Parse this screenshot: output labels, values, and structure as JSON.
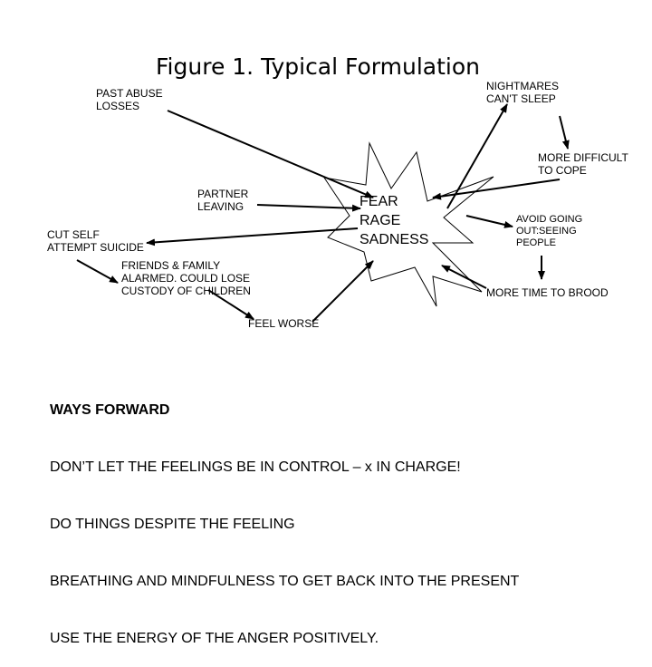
{
  "title": "Figure 1. Typical Formulation",
  "nodes": {
    "past_abuse": "PAST ABUSE\nLOSSES",
    "nightmares": "NIGHTMARES\nCAN'T SLEEP",
    "more_difficult": "MORE DIFFICULT\nTO COPE",
    "partner_leaving": "PARTNER\nLEAVING",
    "center": "FEAR\nRAGE\nSADNESS",
    "avoid_going_out": "AVOID GOING\nOUT:SEEING\nPEOPLE",
    "cut_self": "CUT SELF\nATTEMPT SUICIDE",
    "friends_family": "FRIENDS & FAMILY\nALARMED. COULD LOSE\nCUSTODY OF CHILDREN",
    "more_time": "MORE TIME TO BROOD",
    "feel_worse": "FEEL WORSE"
  },
  "ways_forward": {
    "heading": "WAYS FORWARD",
    "lines": [
      "DON’T LET THE FEELINGS BE IN CONTROL – x IN CHARGE!",
      "DO THINGS DESPITE THE FEELING",
      "BREATHING AND MINDFULNESS TO GET BACK INTO THE PRESENT",
      "USE THE ENERGY OF THE ANGER POSITIVELY."
    ]
  }
}
